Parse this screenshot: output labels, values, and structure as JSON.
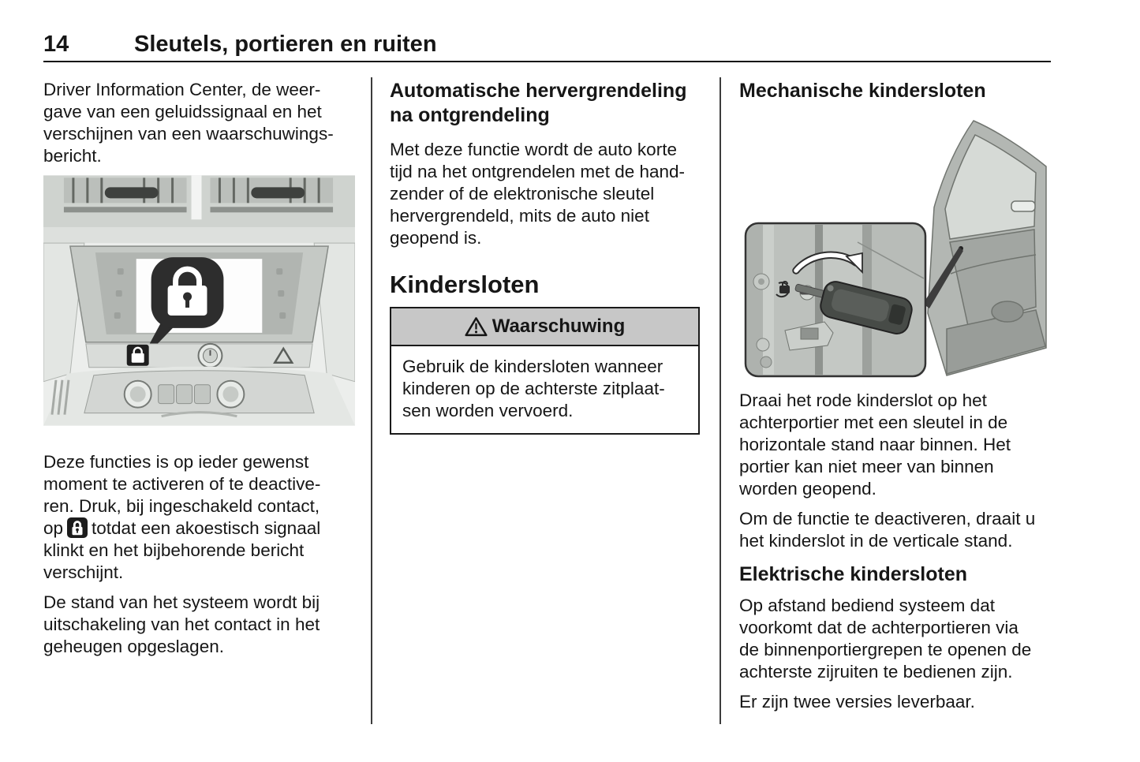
{
  "header": {
    "page_number": "14",
    "chapter_title": "Sleutels, portieren en ruiten"
  },
  "col1": {
    "para1": "Driver Information Center, de weer-\ngave van een geluidssignaal en het\nverschijnen van een waarschuwings-\nbericht.",
    "para2_before_icon": "Deze functies is op ieder gewenst\nmoment te activeren of te deactive-\nren. Druk, bij ingeschakeld contact,\nop",
    "para2_after_icon": "totdat een akoestisch signaal\nklinkt en het bijbehorende bericht\nverschijnt.",
    "para3": "De stand van het systeem wordt bij\nuitschakeling van het contact in het\ngeheugen opgeslagen."
  },
  "col2": {
    "heading": "Automatische hervergrendeling\nna ontgrendeling",
    "para1": "Met deze functie wordt de auto korte\ntijd na het ontgrendelen met de hand-\nzender of de elektronische sleutel\nhervergrendeld, mits de auto niet\ngeopend is.",
    "section_heading": "Kindersloten",
    "warning": {
      "title": "Waarschuwing",
      "body": "Gebruik de kindersloten wanneer\nkinderen op de achterste zitplaat-\nsen worden vervoerd."
    }
  },
  "col3": {
    "heading": "Mechanische kindersloten",
    "para1": "Draai het rode kinderslot op het\nachterportier met een sleutel in de\nhorizontale stand naar binnen. Het\nportier kan niet meer van binnen\nworden geopend.",
    "para2": "Om de functie te deactiveren, draait u\nhet kinderslot in de verticale stand.",
    "subheading": "Elektrische kindersloten",
    "para3": "Op afstand bediend systeem dat\nvoorkomt dat de achterportieren via\nde binnenportiergrepen te openen de\nachterste zijruiten te bedienen zijn.",
    "para4": "Er zijn twee versies leverbaar."
  },
  "icons": {
    "warning_icon": "warning-triangle",
    "lock_icon": "padlock"
  },
  "colors": {
    "text": "#161616",
    "warning_header_bg": "#c7c7c7",
    "illustration_bg": "#eceeec",
    "callout_bg": "#2d2d2d"
  }
}
